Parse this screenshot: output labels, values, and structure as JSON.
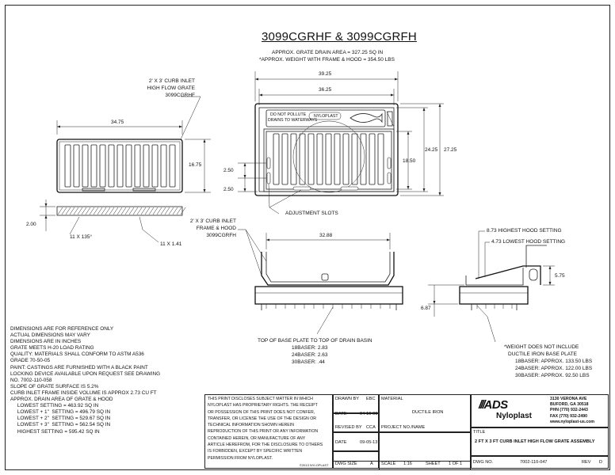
{
  "title": "3099CGRHF & 3099CGRFH",
  "subtitle": {
    "area": "APPROX. GRATE DRAIN AREA = 327.25 SQ IN",
    "weight": "*APPROX. WEIGHT WITH FRAME & HOOD = 354.50 LBS"
  },
  "grate_view": {
    "callout": [
      "2' X 3' CURB INLET",
      "HIGH FLOW GRATE",
      "3099CGRHF"
    ],
    "width_dim": "34.75",
    "height_dim": "16.75",
    "section_dim1": "2.00",
    "section_dim2": "11 X 135°",
    "section_dim3": "11 X 1.41"
  },
  "frame_view": {
    "dim_outer_width": "39.25",
    "dim_inner_width": "36.25",
    "dim_height1": "24.25",
    "dim_height2": "27.25",
    "dim_height3": "18.50",
    "dim_left1": "2.50",
    "dim_left2": "2.50",
    "plate_text1": "DO NOT POLLUTE",
    "plate_text2": "DRAINS TO WATERWAYS",
    "plate_logo": "NYLOPLAST",
    "adjustment": "ADJUSTMENT SLOTS"
  },
  "side_view": {
    "callout": [
      "2' X 3' CURB INLET",
      "FRAME & HOOD",
      "3099CGRFH"
    ],
    "width_dim": "32.88",
    "base_heading": "TOP OF BASE PLATE TO TOP OF DRAIN BASIN",
    "base_rows": [
      {
        "label": "18BASER:",
        "value": "2.83"
      },
      {
        "label": "24BASER:",
        "value": "2.63"
      },
      {
        "label": "30BASER:",
        "value": ".44"
      }
    ]
  },
  "hood_view": {
    "highest": "8.73 HIGHEST HOOD SETTING",
    "lowest": "4.73 LOWEST HOOD SETTING",
    "dim_right": "5.75",
    "dim_left": "6.87",
    "weight_heading1": "*WEIGHT DOES NOT INCLUDE",
    "weight_heading2": "DUCTILE IRON BASE PLATE",
    "weights": [
      {
        "label": "18BASER:",
        "value": "APPROX. 133.50 LBS"
      },
      {
        "label": "24BASER:",
        "value": "APPROX. 122.00 LBS"
      },
      {
        "label": "30BASER:",
        "value": "APPROX. 92.50 LBS"
      }
    ]
  },
  "notes": [
    "DIMENSIONS ARE FOR REFERENCE ONLY",
    "ACTUAL DIMENSIONS MAY VARY",
    "DIMENSIONS ARE IN INCHES",
    "GRATE MEETS H-20 LOAD RATING",
    "QUALITY:  MATERIALS SHALL CONFORM TO ASTM A536",
    "GRADE 70-50-05",
    "PAINT:  CASTINGS ARE FURNISHED WITH A BLACK PAINT",
    "LOCKING DEVICE AVAILABLE UPON REQUEST SEE DRAWING",
    "NO. 7002-110-058",
    "SLOPE OF GRATE SURFACE IS 5.2%",
    "CURB INLET FRAME INSIDE VOLUME IS APPROX 2.73 CU FT",
    "APPROX. DRAIN AREA OF GRATE & HOOD",
    "     LOWEST SETTING = 463.92 SQ IN",
    "     LOWEST + 1\"  SETTING = 496.79 SQ IN",
    "     LOWEST + 2\"  SETTING = 529.67 SQ IN",
    "     LOWEST + 3\"  SETTING = 562.54 SQ IN",
    "     HIGHEST SETTING = 595.42 SQ IN"
  ],
  "title_block": {
    "disclaimer": [
      "THIS PRINT DISCLOSES SUBJECT MATTER IN WHICH",
      "NYLOPLAST HAS PROPRIETARY RIGHTS. THE RECEIPT",
      "OR POSSESSION OF THIS PRINT DOES NOT CONFER,",
      "TRANSFER, OR LICENSE THE USE OF THE DESIGN OR",
      "TECHNICAL INFORMATION SHOWN HEREIN",
      "REPRODUCTION OF THIS PRINT OR ANY INFORMATION",
      "CONTAINED HEREIN, OR MANUFACTURE OF ANY",
      "ARTICLE HEREFROM, FOR THE DISCLOSURE TO OTHERS",
      "IS FORBIDDEN, EXCEPT BY SPECIFIC WRITTEN",
      "PERMISSION FROM NYLOPLAST."
    ],
    "copyright": "©2013 NYLOPLAST",
    "drawn_by_label": "DRAWN BY",
    "drawn_by": "EBC",
    "date_label": "DATE",
    "date1": "04-10-06",
    "revised_by_label": "REVISED BY",
    "revised_by": "CCA",
    "date2": "09-05-13",
    "dwg_size_label": "DWG SIZE",
    "dwg_size": "A",
    "material_label": "MATERIAL",
    "material": "DUCTILE IRON",
    "project_label": "PROJECT NO./NAME",
    "scale_label": "SCALE",
    "scale": "1:16",
    "sheet_label": "SHEET",
    "sheet": "1 OF 1",
    "logo_ads": "ADS",
    "logo_nyloplast": "Nyloplast",
    "address": [
      "3130 VERONA AVE",
      "BUFORD, GA 30518",
      "PHN (770) 932-2443",
      "FAX (770) 932-2490",
      "www.nyloplast-us.com"
    ],
    "title_label": "TITLE",
    "title": "2 FT X 3 FT CURB INLET HIGH FLOW GRATE ASSEMBLY",
    "dwg_no_label": "DWG NO.",
    "dwg_no": "7002-110-047",
    "rev_label": "REV",
    "rev": "D"
  }
}
